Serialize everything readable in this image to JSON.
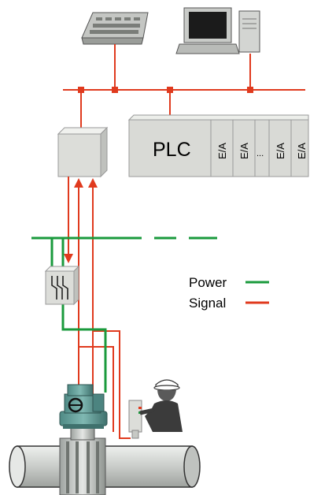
{
  "plc": {
    "label": "PLC",
    "io_modules": [
      "E/A",
      "E/A",
      "...",
      "E/A",
      "E/A"
    ]
  },
  "legend": {
    "power_label": "Power",
    "signal_label": "Signal",
    "power_color": "#1a9a3c",
    "signal_color": "#e03a1e"
  },
  "colors": {
    "bus_line": "#e03a1e",
    "bus_node": "#e03a1e",
    "cabinet_fill": "#d9dad6",
    "pipe_fill": "#cfd2cf",
    "actuator_fill": "#5f9a95"
  },
  "icons": [
    "keyboard-terminal-icon",
    "desktop-computer-icon",
    "field-operator-icon",
    "handheld-controller-icon",
    "gear-actuator-icon"
  ]
}
